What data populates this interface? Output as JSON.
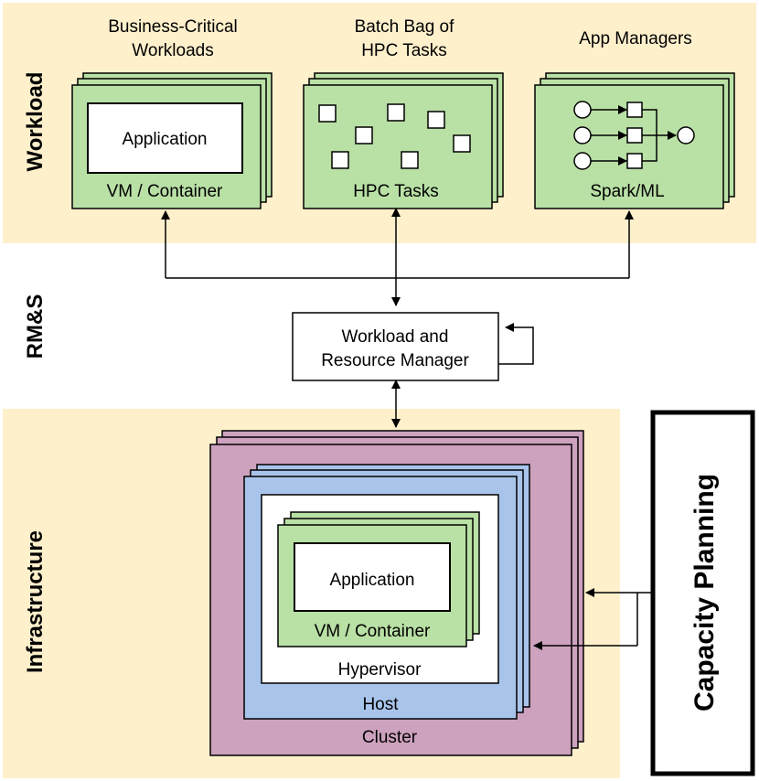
{
  "colors": {
    "band": "#fff0cc",
    "green": "#b9e0a5",
    "purple": "#cda2be",
    "blue": "#a9c4eb",
    "white": "#ffffff",
    "black": "#000000"
  },
  "sections": {
    "workload": "Workload",
    "rms": "RM&S",
    "infrastructure": "Infrastructure"
  },
  "workloads": {
    "business": {
      "title_line1": "Business-Critical",
      "title_line2": "Workloads",
      "inner": "Application",
      "label": "VM / Container"
    },
    "hpc": {
      "title_line1": "Batch Bag of",
      "title_line2": "HPC Tasks",
      "label": "HPC Tasks"
    },
    "apps": {
      "title": "App Managers",
      "label": "Spark/ML"
    }
  },
  "manager": {
    "line1": "Workload and",
    "line2": "Resource Manager"
  },
  "infra": {
    "cluster": "Cluster",
    "host": "Host",
    "hypervisor": "Hypervisor",
    "vm": "VM / Container",
    "application": "Application"
  },
  "capacity": "Capacity Planning"
}
